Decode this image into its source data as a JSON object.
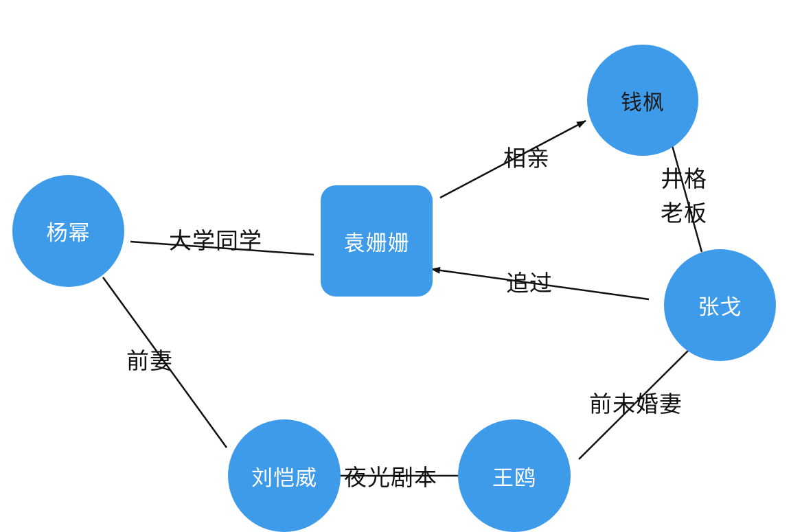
{
  "nodes": {
    "qian_feng": {
      "label": "钱枫",
      "color": "#3d9be9"
    },
    "yang_mi": {
      "label": "杨幂",
      "color": "#3d9be9"
    },
    "yuan_shanshan": {
      "label": "袁姗姗",
      "color": "#3d9be9"
    },
    "zhang_ge": {
      "label": "张戈",
      "color": "#3d9be9"
    },
    "liu_kaiwei": {
      "label": "刘恺威",
      "color": "#3d9be9"
    },
    "wang_ou": {
      "label": "王鸥",
      "color": "#3d9be9"
    }
  },
  "edges": {
    "yang_yuan": {
      "label": "大学同学"
    },
    "yuan_qian": {
      "label": "相亲"
    },
    "qian_zhang": {
      "label_line1": "井格",
      "label_line2": "老板"
    },
    "zhang_yuan": {
      "label": "追过"
    },
    "yang_liu": {
      "label": "前妻"
    },
    "zhang_wang": {
      "label": "前未婚妻"
    },
    "liu_wang": {
      "label": "夜光剧本"
    }
  }
}
